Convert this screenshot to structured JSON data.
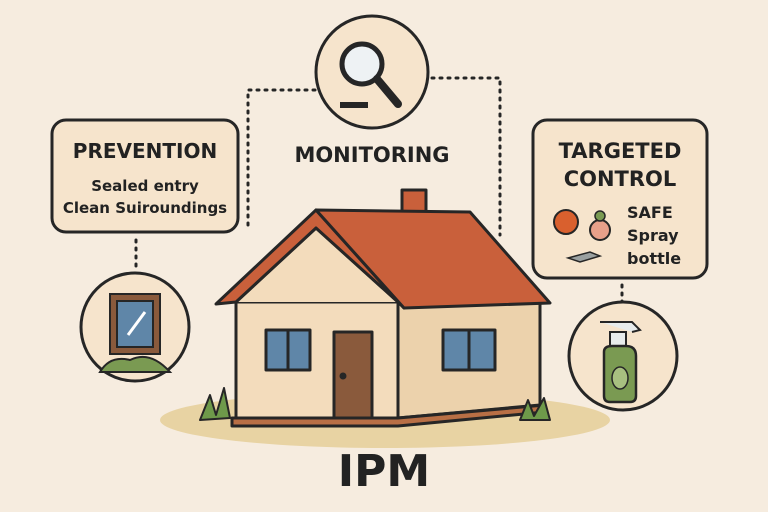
{
  "prevention": {
    "title": "PREVENTION",
    "line1": "Sealed entry",
    "line2": "Clean Suiroundings"
  },
  "monitoring": {
    "title": "MONITORING"
  },
  "targeted": {
    "title_line1": "TARGETED",
    "title_line2": "CONTROL",
    "line1": "SAFE",
    "line2": "Spray",
    "line3": "bottle"
  },
  "center": {
    "label": "IPM"
  },
  "colors": {
    "background": "#f6ecdf",
    "panel": "#f6e4cc",
    "roof": "#c9603b",
    "wall": "#f3dcbc",
    "door": "#8a5a3c",
    "window": "#5f86a8",
    "bottle": "#7a9a52",
    "outline": "#262626"
  }
}
